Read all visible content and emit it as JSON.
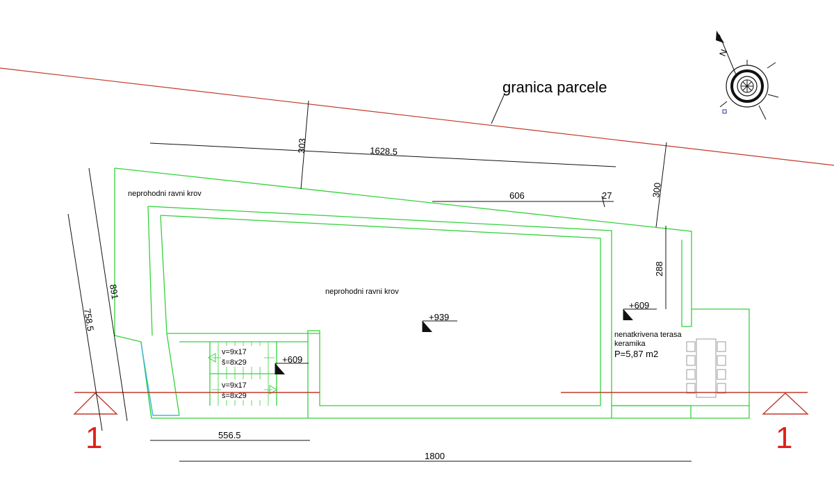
{
  "labels": {
    "parcel_boundary": "granica parcele",
    "roof_top": "neprohodni ravni krov",
    "roof_main": "neprohodni ravni krov",
    "terrace_line1": "nenatkrivena terasa",
    "terrace_line2": "keramika",
    "terrace_area": "P=5,87 m2",
    "stair_upper_v": "v=9x17",
    "stair_upper_s": "š=8x29",
    "stair_lower_v": "v=9x17",
    "stair_lower_s": "š=8x29",
    "section_left": "1",
    "section_right": "1",
    "north": "N"
  },
  "levels": {
    "roof": "+939",
    "terrace": "+609",
    "stair": "+609"
  },
  "dimensions": {
    "d1628": "1628.5",
    "d303": "303",
    "d606": "606",
    "d27": "27",
    "d300": "300",
    "d288": "288",
    "d891": "891",
    "d758": "758.5",
    "d556": "556.5",
    "d1800": "1800"
  },
  "colors": {
    "walls": "#33d23a",
    "parcel_line": "#c0392b",
    "section_line": "#c0392b",
    "section_mark": "#e0201b",
    "glass": "#41b6e6"
  }
}
